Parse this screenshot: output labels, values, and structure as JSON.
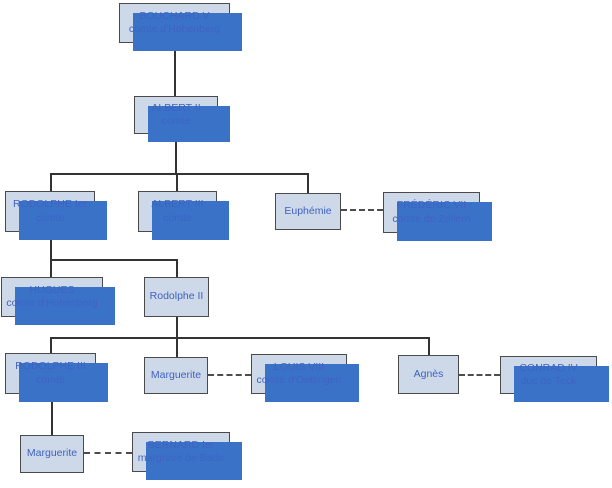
{
  "colors": {
    "node_fill": "#cdd8e8",
    "node_border": "#4a4a4a",
    "shadow": "#3a72c8",
    "text": "#3f63c2",
    "line": "#333333",
    "dash": "#4d4d4d",
    "bg": "#ffffff"
  },
  "tree": {
    "bouchard_v": {
      "name": "BOUCHARD V",
      "title": "comte d'Hohenberg"
    },
    "albert_ii": {
      "name": "ALBERT II",
      "title": "comte"
    },
    "rodolphe_ier": {
      "name": "RODOLPHE Ier",
      "title": "comte"
    },
    "albert_iii": {
      "name": "ALBERT III",
      "title": "comte"
    },
    "euphemie": {
      "name": "Euphémie"
    },
    "frederic_vii": {
      "name": "FRÉDÉRIC VII",
      "title": "comte de Zollern"
    },
    "hugues": {
      "name": "HUGUES",
      "title": "comte d'Hohenberg"
    },
    "rodolphe_ii": {
      "name": "Rodolphe II"
    },
    "rodolphe_iii": {
      "name": "RODOLPHE III",
      "title": "comte"
    },
    "marguerite_daughter": {
      "name": "Marguerite"
    },
    "louis_viii": {
      "name": "LOUIS VIII",
      "title": "comte d'Oettingen"
    },
    "agnes": {
      "name": "Agnès"
    },
    "conrad_iv": {
      "name": "CONRAD IV",
      "title": "duc de Teck"
    },
    "marguerite_granddaughter": {
      "name": "Marguerite"
    },
    "bernard_ier": {
      "name": "BERNARD Ier",
      "title": "margrave de Bade"
    }
  }
}
